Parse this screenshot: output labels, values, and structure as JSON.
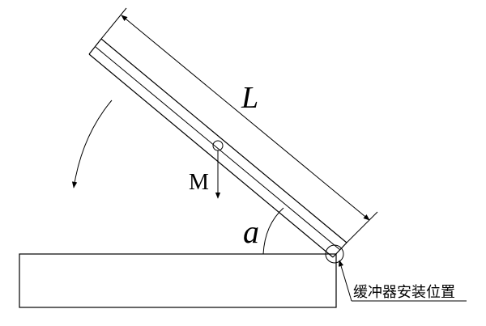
{
  "labels": {
    "length": "L",
    "mass": "M",
    "angle": "a",
    "buffer_position": "缓冲器安装位置"
  }
}
